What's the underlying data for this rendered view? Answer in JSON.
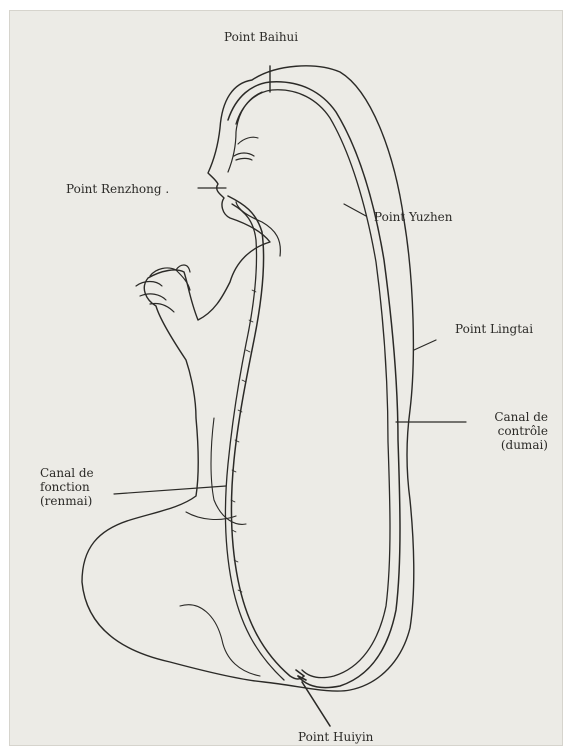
{
  "labels": {
    "baihui": "Point Baihui",
    "renzhong": "Point Renzhong .",
    "yuzhen": "Point Yuzhen",
    "lingtai": "Point Lingtai",
    "controle_line1": "Canal de",
    "controle_line2": "contrôle",
    "controle_line3": "(dumai)",
    "fonction_line1": "Canal de",
    "fonction_line2": "fonction",
    "fonction_line3": "(renmai)",
    "huiyin": "Point Huiyin"
  },
  "colors": {
    "paper": "#ecebe6",
    "ink": "#2b2a27"
  }
}
